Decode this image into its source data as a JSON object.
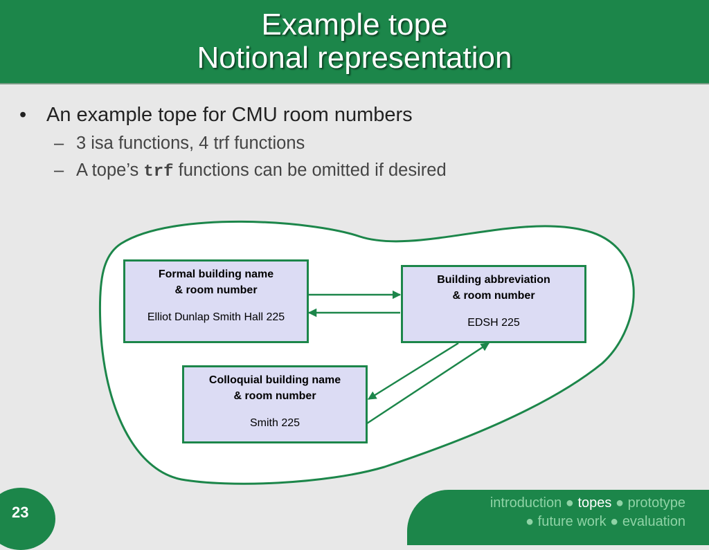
{
  "header": {
    "title_line1": "Example tope",
    "title_line2": "Notional representation"
  },
  "bullets": {
    "main": "An example tope for CMU room numbers",
    "sub1": "3 isa functions, 4 trf functions",
    "sub2_prefix": "A tope’s ",
    "sub2_code": "trf",
    "sub2_suffix": " functions can be omitted if desired"
  },
  "diagram": {
    "boxes": {
      "formal": {
        "heading1": "Formal building name",
        "heading2": "& room number",
        "value": "Elliot Dunlap Smith Hall 225"
      },
      "abbrev": {
        "heading1": "Building abbreviation",
        "heading2": "& room number",
        "value": "EDSH 225"
      },
      "colloquial": {
        "heading1": "Colloquial building name",
        "heading2": "& room number",
        "value": "Smith 225"
      }
    }
  },
  "footer": {
    "page_number": "23",
    "nav_bullet": "●",
    "nav": {
      "introduction": "introduction",
      "topes": "topes",
      "prototype": "prototype",
      "future_work": "future work",
      "evaluation": "evaluation"
    }
  },
  "colors": {
    "accent_green": "#1c864a",
    "box_fill": "#dcdcf4",
    "background": "#e8e8e8"
  }
}
